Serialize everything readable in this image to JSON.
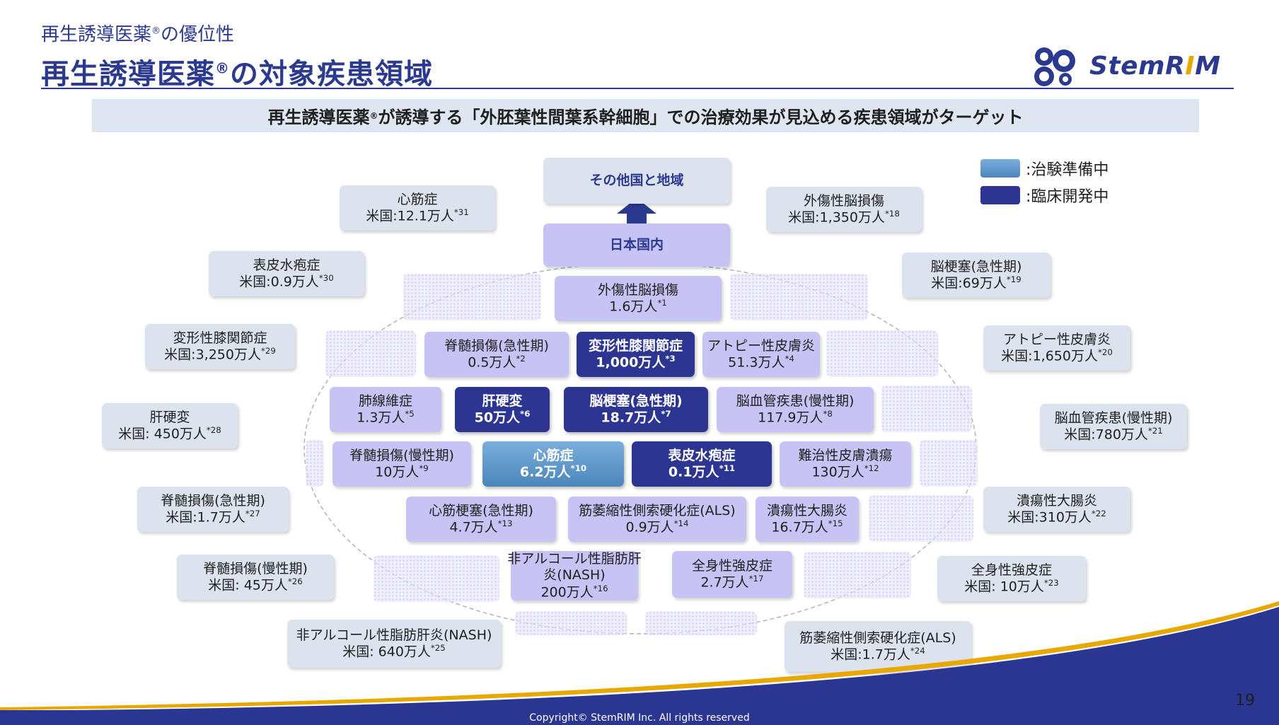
{
  "header": {
    "eyebrow_a": "再生誘導医薬",
    "eyebrow_b": "の優位性",
    "title_a": "再生誘導医薬",
    "title_b": "の対象疾患領域",
    "reg_mark": "®"
  },
  "logo": {
    "text_a": "StemR",
    "text_accent": "I",
    "text_b": "M",
    "icon": "stemrim-logo-icon"
  },
  "banner": {
    "text_a": "再生誘導医薬",
    "text_b": "が誘導する「外胚葉性間葉系幹細胞」での治療効果が見込める疾患領域がターゲット"
  },
  "legend": [
    {
      "label": ":治験準備中",
      "color": "#5e97cc"
    },
    {
      "label": ":臨床開発中",
      "color": "#2d3592"
    }
  ],
  "regions": {
    "other": "その他国と地域",
    "japan": "日本国内"
  },
  "japan_items": [
    {
      "name": "外傷性脳損傷",
      "value": "1.6万人",
      "ref": "*1"
    },
    {
      "name": "脊髄損傷(急性期)",
      "value": "0.5万人",
      "ref": "*2"
    },
    {
      "name": "変形性膝関節症",
      "value": "1,000万人",
      "ref": "*3"
    },
    {
      "name": "アトピー性皮膚炎",
      "value": "51.3万人",
      "ref": "*4"
    },
    {
      "name": "肺線維症",
      "value": "1.3万人",
      "ref": "*5"
    },
    {
      "name": "肝硬変",
      "value": "50万人",
      "ref": "*6"
    },
    {
      "name": "脳梗塞(急性期)",
      "value": "18.7万人",
      "ref": "*7"
    },
    {
      "name": "脳血管疾患(慢性期)",
      "value": "117.9万人",
      "ref": "*8"
    },
    {
      "name": "脊髄損傷(慢性期)",
      "value": "10万人",
      "ref": "*9"
    },
    {
      "name": "心筋症",
      "value": "6.2万人",
      "ref": "*10"
    },
    {
      "name": "表皮水疱症",
      "value": "0.1万人",
      "ref": "*11"
    },
    {
      "name": "難治性皮膚潰瘍",
      "value": "130万人",
      "ref": "*12"
    },
    {
      "name": "心筋梗塞(急性期)",
      "value": "4.7万人",
      "ref": "*13"
    },
    {
      "name": "筋萎縮性側索硬化症(ALS)",
      "value": "0.9万人",
      "ref": "*14"
    },
    {
      "name": "潰瘍性大腸炎",
      "value": "16.7万人",
      "ref": "*15"
    },
    {
      "name": "非アルコール性脂肪肝",
      "name2": "炎(NASH)",
      "value": "200万人",
      "ref": "*16"
    },
    {
      "name": "全身性強皮症",
      "value": "2.7万人",
      "ref": "*17"
    }
  ],
  "us_items": [
    {
      "name": "外傷性脳損傷",
      "value": "米国:1,350万人",
      "ref": "*18"
    },
    {
      "name": "脳梗塞(急性期)",
      "value": "米国:69万人",
      "ref": "*19"
    },
    {
      "name": "アトピー性皮膚炎",
      "value": "米国:1,650万人",
      "ref": "*20"
    },
    {
      "name": "脳血管疾患(慢性期)",
      "value": "米国:780万人",
      "ref": "*21"
    },
    {
      "name": "潰瘍性大腸炎",
      "value": "米国:310万人",
      "ref": "*22"
    },
    {
      "name": "全身性強皮症",
      "value": "米国: 10万人",
      "ref": "*23"
    },
    {
      "name": "筋萎縮性側索硬化症(ALS)",
      "value": "米国:1.7万人",
      "ref": "*24"
    },
    {
      "name": "非アルコール性脂肪肝炎(NASH)",
      "value": "米国: 640万人",
      "ref": "*25"
    },
    {
      "name": "脊髄損傷(慢性期)",
      "value": "米国: 45万人",
      "ref": "*26"
    },
    {
      "name": "脊髄損傷(急性期)",
      "value": "米国:1.7万人",
      "ref": "*27"
    },
    {
      "name": "肝硬変",
      "value": "米国: 450万人",
      "ref": "*28"
    },
    {
      "name": "変形性膝関節症",
      "value": "米国:3,250万人",
      "ref": "*29"
    },
    {
      "name": "表皮水疱症",
      "value": "米国:0.9万人",
      "ref": "*30"
    },
    {
      "name": "心筋症",
      "value": "米国:12.1万人",
      "ref": "*31"
    }
  ],
  "footer": {
    "copyright": "Copyright© StemRIM Inc. All rights reserved",
    "page": "19"
  }
}
